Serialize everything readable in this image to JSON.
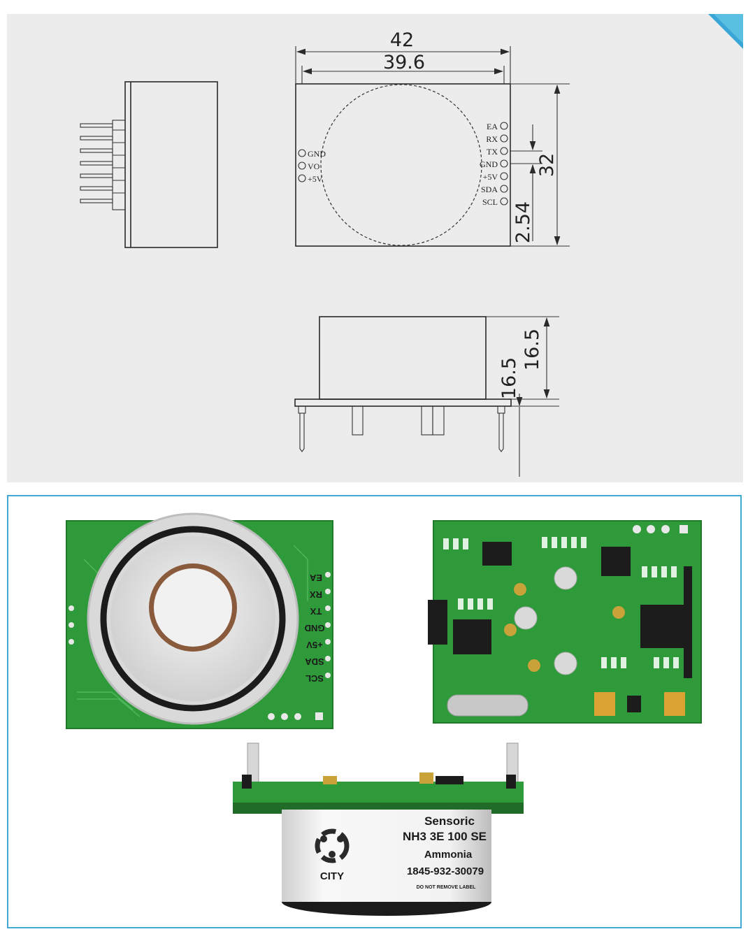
{
  "drawing": {
    "dims": {
      "overall_width": "42",
      "inner_width": "39.6",
      "height": "32",
      "pitch": "2.54",
      "sensor_height": "16.5",
      "pcb_height": "16.5"
    },
    "right_pins": [
      "EA",
      "RX",
      "TX",
      "GND",
      "+5V",
      "SDA",
      "SCL"
    ],
    "left_pins": [
      "GND",
      "VO",
      "+5V"
    ]
  },
  "photos": {
    "back_pad_labels": [
      "EA",
      "RX",
      "TX",
      "GND",
      "+5V",
      "SDA",
      "SCL"
    ],
    "sensor_label": {
      "brand": "Sensoric",
      "model": "NH3 3E 100 SE",
      "gas": "Ammonia",
      "part_no": "1845-932-30079",
      "warning": "DO NOT REMOVE LABEL",
      "logo_text": "CITY"
    }
  },
  "colors": {
    "drawing_bg": "#ececec",
    "accent": "#42a9d4",
    "pcb_green": "#2f9a3a"
  }
}
